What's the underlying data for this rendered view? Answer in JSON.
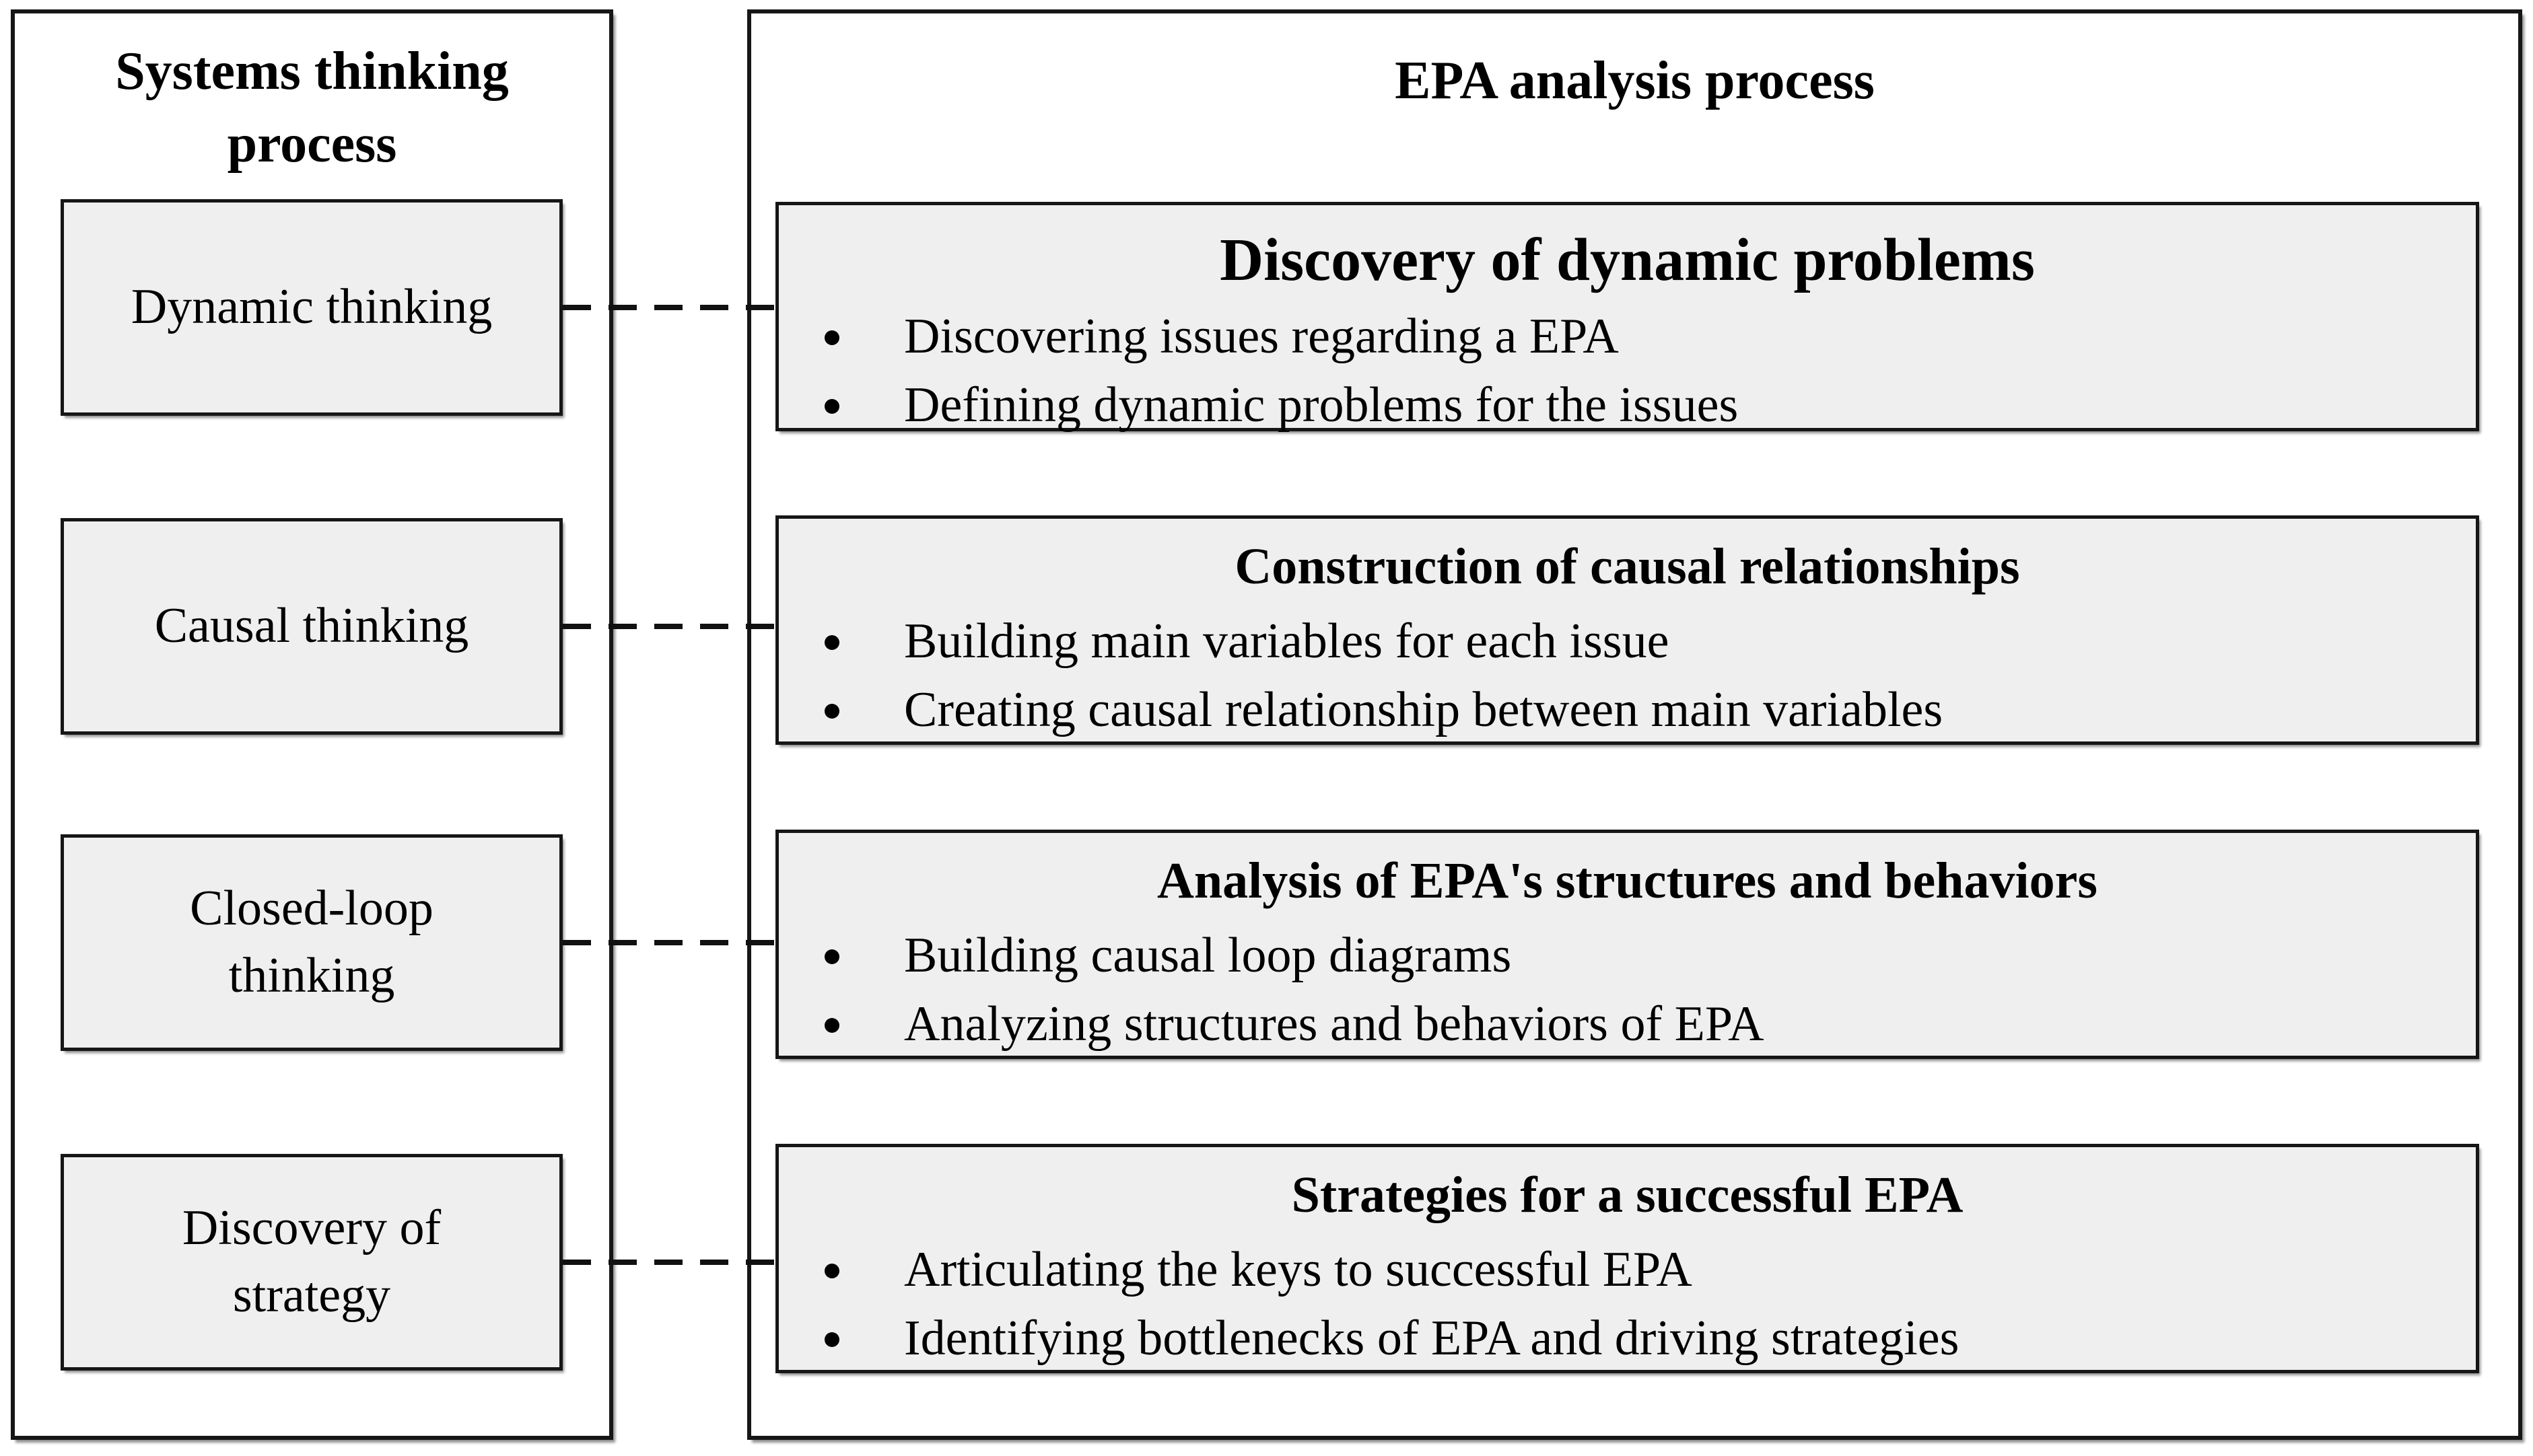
{
  "colors": {
    "background": "#ffffff",
    "box_fill": "#efefef",
    "border": "#161616",
    "text": "#000000"
  },
  "left_panel": {
    "title": "Systems thinking\nprocess",
    "items": [
      {
        "label": "Dynamic thinking"
      },
      {
        "label": "Causal thinking"
      },
      {
        "label": "Closed-loop\nthinking"
      },
      {
        "label": "Discovery of\nstrategy"
      }
    ]
  },
  "right_panel": {
    "title": "EPA analysis process",
    "items": [
      {
        "title": "Discovery of dynamic problems",
        "bullets": [
          "Discovering issues regarding a EPA",
          "Defining dynamic problems for the issues"
        ]
      },
      {
        "title": "Construction of causal relationships",
        "bullets": [
          "Building main variables for each issue",
          "Creating causal relationship between main variables"
        ]
      },
      {
        "title": "Analysis of EPA's structures and behaviors",
        "bullets": [
          "Building causal loop diagrams",
          "Analyzing structures and behaviors of EPA"
        ]
      },
      {
        "title": "Strategies for a successful EPA",
        "bullets": [
          "Articulating the keys to successful EPA",
          "Identifying bottlenecks of EPA and driving strategies"
        ]
      }
    ]
  }
}
